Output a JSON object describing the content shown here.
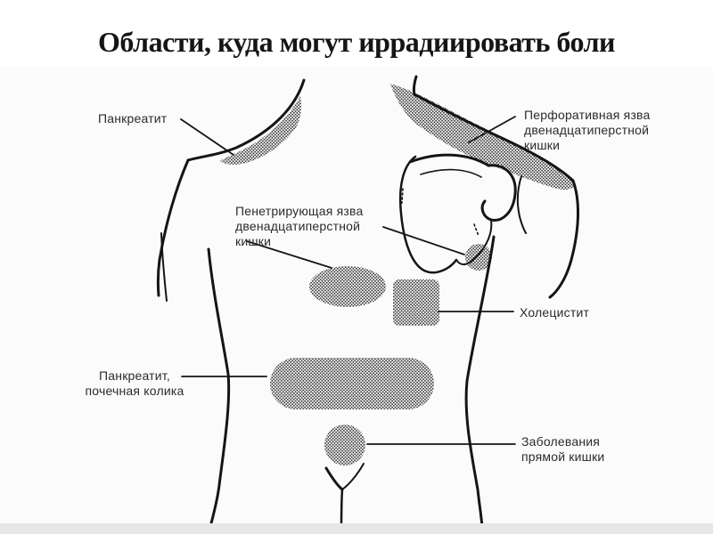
{
  "title": "Области, куда могут иррадиировать боли",
  "figure": {
    "description_icon": "human-torso-back-view"
  },
  "labels": {
    "pancreatitis": "Панкреатит",
    "perforated_duodenal_ulcer": "Перфоративная язва\nдвенадцатиперстной\nкишки",
    "penetrating_duodenal_ulcer": "Пенетрирующая язва\nдвенадцатиперстной\nкишки",
    "cholecystitis": "Холецистит",
    "pancreatitis_renal_colic": "Панкреатит,\nпочечная колика",
    "rectal_diseases": "Заболевания\nпрямой кишки"
  },
  "colors": {
    "ink": "#151515",
    "label_text": "#2b2b2b",
    "panel_bg": "#fbfbfb",
    "bottom_strip": "#e6e6e6",
    "shade_dot": "#3a3a3a"
  }
}
